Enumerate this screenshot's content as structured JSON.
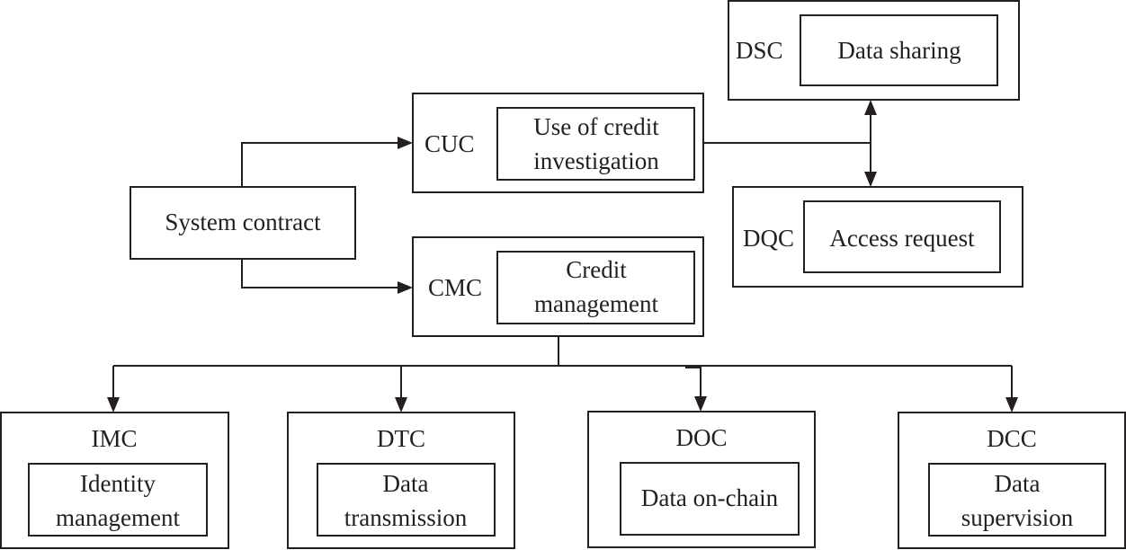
{
  "diagram": {
    "system_contract": "System contract",
    "cuc": {
      "code": "CUC",
      "line1": "Use of credit",
      "line2": "investigation"
    },
    "cmc": {
      "code": "CMC",
      "line1": "Credit",
      "line2": "management"
    },
    "dsc": {
      "code": "DSC",
      "label": "Data sharing"
    },
    "dqc": {
      "code": "DQC",
      "label": "Access request"
    },
    "imc": {
      "code": "IMC",
      "line1": "Identity",
      "line2": "management"
    },
    "dtc": {
      "code": "DTC",
      "line1": "Data",
      "line2": "transmission"
    },
    "doc": {
      "code": "DOC",
      "label": "Data on-chain"
    },
    "dcc": {
      "code": "DCC",
      "line1": "Data",
      "line2": "supervision"
    }
  }
}
